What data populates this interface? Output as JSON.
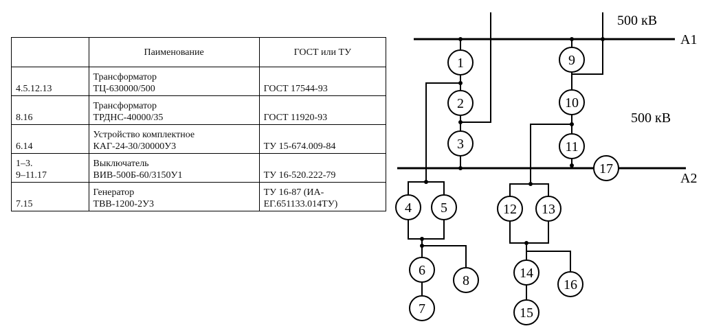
{
  "table": {
    "headers": [
      "",
      "Паименование",
      "ГОСТ или ТУ"
    ],
    "rows": [
      {
        "ids": [
          "4.5.12.13"
        ],
        "name": [
          "Трансформатор",
          "ТЦ-630000/500"
        ],
        "standard": [
          "ГОСТ 17544-93"
        ]
      },
      {
        "ids": [
          "8.16"
        ],
        "name": [
          "Трансформатор",
          "ТРДНС-40000/35"
        ],
        "standard": [
          "ГОСТ 11920-93"
        ]
      },
      {
        "ids": [
          "6.14"
        ],
        "name": [
          "Устройство комплектное",
          "КАГ-24-30/30000У3"
        ],
        "standard": [
          "ТУ 15-674.009-84"
        ]
      },
      {
        "ids": [
          "1–3.",
          "9–11.17"
        ],
        "name": [
          "Выключатель",
          "ВИВ-500Б-60/3150У1"
        ],
        "standard": [
          "ТУ 16-520.222-79"
        ]
      },
      {
        "ids": [
          "7.15"
        ],
        "name": [
          "Генератор",
          "ТВВ-1200-2У3"
        ],
        "standard": [
          "ТУ 16-87 (ИА-",
          "ЕГ.651133.014ТУ)"
        ]
      }
    ]
  },
  "diagram": {
    "voltage_top": "500 кВ",
    "voltage_mid": "500 кВ",
    "bus_a1": "А1",
    "bus_a2": "А2",
    "node_labels": [
      "1",
      "2",
      "3",
      "4",
      "5",
      "6",
      "7",
      "8",
      "9",
      "10",
      "11",
      "12",
      "13",
      "14",
      "15",
      "16",
      "17"
    ]
  }
}
